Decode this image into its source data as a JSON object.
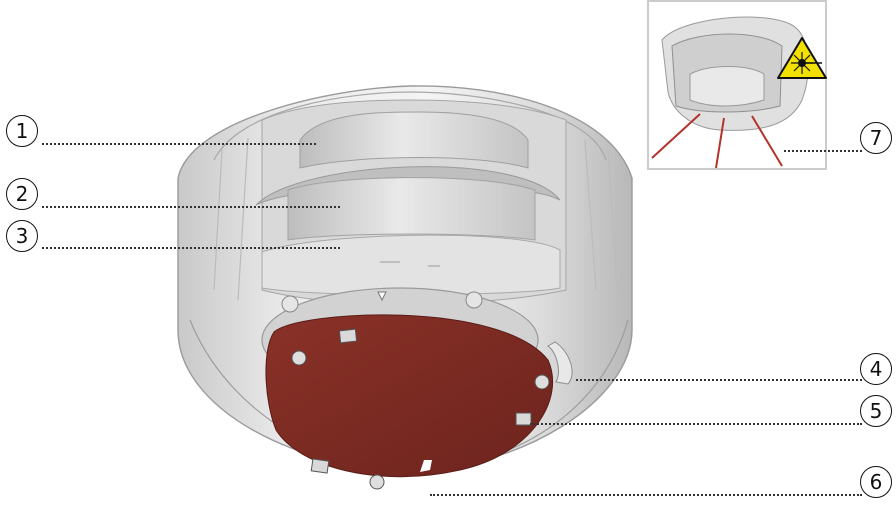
{
  "callouts": [
    {
      "id": "1",
      "label": "1"
    },
    {
      "id": "2",
      "label": "2"
    },
    {
      "id": "3",
      "label": "3"
    },
    {
      "id": "4",
      "label": "4"
    },
    {
      "id": "5",
      "label": "5"
    },
    {
      "id": "6",
      "label": "6"
    },
    {
      "id": "7",
      "label": "7"
    }
  ],
  "icons": {
    "laser_warning": "laser-warning-icon"
  },
  "colors": {
    "housing_light": "#e6e6e6",
    "housing_mid": "#cfcfcf",
    "housing_dark": "#9a9a9a",
    "base_plate": "#7a2a22",
    "laser_beam": "#b3322a",
    "warning_yellow": "#f2e100",
    "inset_border": "#cccccc"
  }
}
